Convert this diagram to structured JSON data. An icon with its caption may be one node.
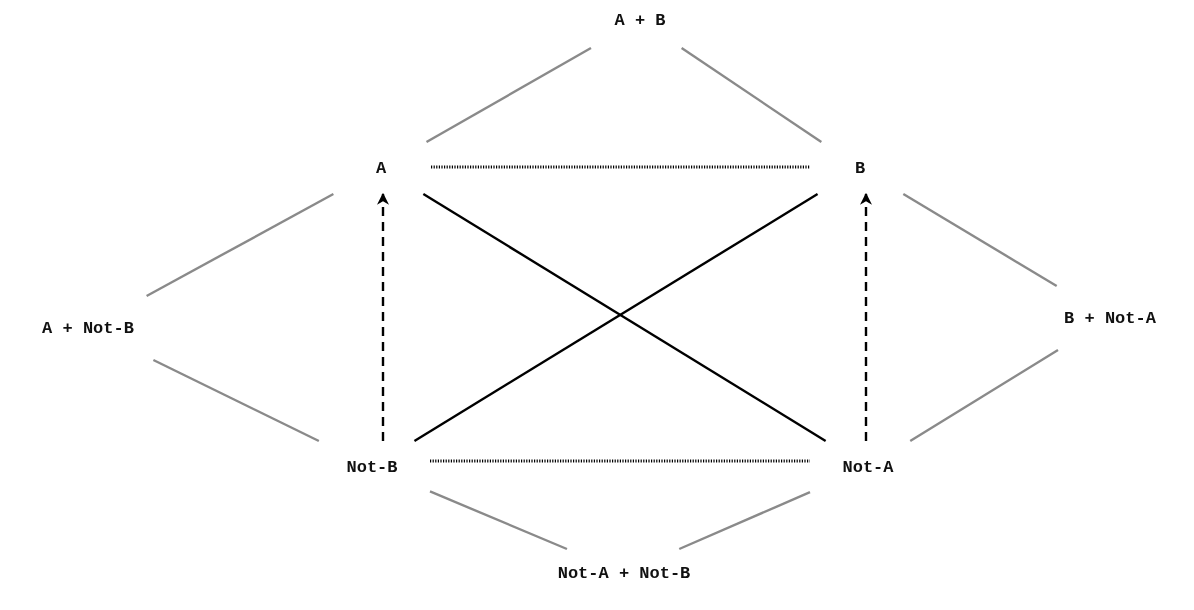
{
  "diagram": {
    "nodes": [
      {
        "text": [
          "A + B"
        ]
      },
      {
        "text": [
          "A"
        ]
      },
      {
        "text": [
          "B"
        ]
      },
      {
        "text": [
          "A + Not-B"
        ]
      },
      {
        "text": [
          "B + Not-A"
        ]
      },
      {
        "text": [
          "Not-B"
        ]
      },
      {
        "text": [
          "Not-A"
        ]
      },
      {
        "text": [
          "Not-A + Not-B"
        ]
      }
    ],
    "edges": [
      {
        "from": 1,
        "to": 0,
        "arrow": "none"
      },
      {
        "from": 2,
        "to": 0,
        "arrow": "none"
      },
      {
        "from": 1,
        "to": 3,
        "arrow": "none"
      },
      {
        "from": 5,
        "to": 3,
        "arrow": "none"
      },
      {
        "from": 2,
        "to": 4,
        "arrow": "none"
      },
      {
        "from": 6,
        "to": 4,
        "arrow": "none"
      },
      {
        "from": 5,
        "to": 7,
        "arrow": "none"
      },
      {
        "from": 6,
        "to": 7,
        "arrow": "none"
      },
      {
        "from": 1,
        "to": 2,
        "arrow": "none",
        "style": "dashed",
        "color": "#000000"
      },
      {
        "from": 5,
        "to": 6,
        "arrow": "none",
        "style": "dashed",
        "color": "#000000"
      },
      {
        "from": 1,
        "to": 6,
        "arrow": "none",
        "color": "#000000"
      },
      {
        "from": 2,
        "to": 5,
        "arrow": "none",
        "color": "#000000"
      },
      {
        "from": 5,
        "to": 1,
        "arrow": "to",
        "style": "dashed",
        "color": "#000000"
      },
      {
        "from": 6,
        "to": 2,
        "arrow": "to",
        "style": "dashed",
        "color": "#000000"
      }
    ]
  }
}
